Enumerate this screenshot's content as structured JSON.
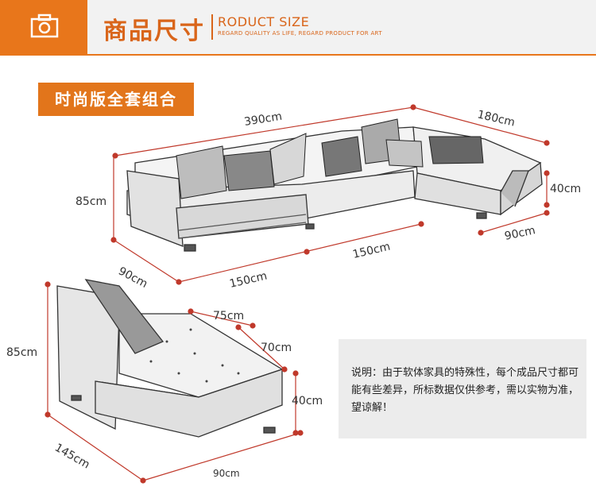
{
  "header": {
    "title": "商品尺寸",
    "subtitle_main": "RODUCT SIZE",
    "subtitle_small": "REGARD QUALITY AS LIFE, REGARD PRODUCT FOR ART",
    "icon": "camera-icon",
    "accent_color": "#e8761b"
  },
  "section_label": "时尚版全套组合",
  "dimensions": {
    "top_width": "390cm",
    "chaise_width": "180cm",
    "height_left": "85cm",
    "chaise_height": "40cm",
    "depth_left": "90cm",
    "bottom_left": "150cm",
    "bottom_right": "150cm",
    "chaise_depth": "90cm",
    "detail_height": "85cm",
    "detail_top": "75cm",
    "detail_mid": "70cm",
    "detail_seat_height": "40cm",
    "detail_length": "145cm",
    "detail_width": "90cm"
  },
  "note": "说明：由于软体家具的特殊性，每个成品尺寸都可能有些差异，所标数据仅供参考，需以实物为准，望谅解！"
}
